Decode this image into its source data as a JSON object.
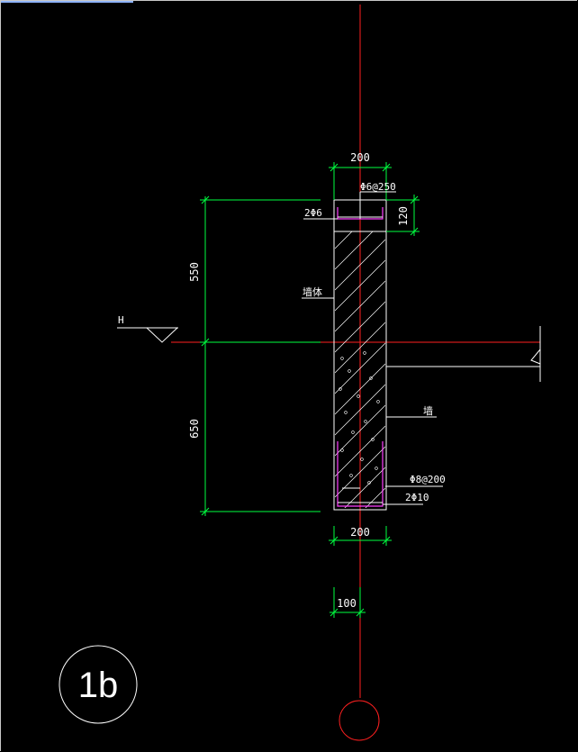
{
  "drawing": {
    "background_color": "#000000",
    "colors": {
      "axis": "#ff2020",
      "dimension": "#00ff40",
      "outline": "#ffffff",
      "rebar": "#ff40ff",
      "text": "#ffffff"
    },
    "dimensions": {
      "top_width": "200",
      "bottom_width": "200",
      "offset": "100",
      "top_cap": "120",
      "upper_height": "550",
      "lower_height": "650"
    },
    "rebar_labels": {
      "top_stirrup": "Φ6@250",
      "top_bars": "2Φ6",
      "bottom_stirrup": "Φ8@200",
      "bottom_bars": "2Φ10"
    },
    "annotations": {
      "wall_left": "墙体",
      "wall_right": "墙",
      "elevation": "H"
    },
    "detail_badge": "1b"
  }
}
